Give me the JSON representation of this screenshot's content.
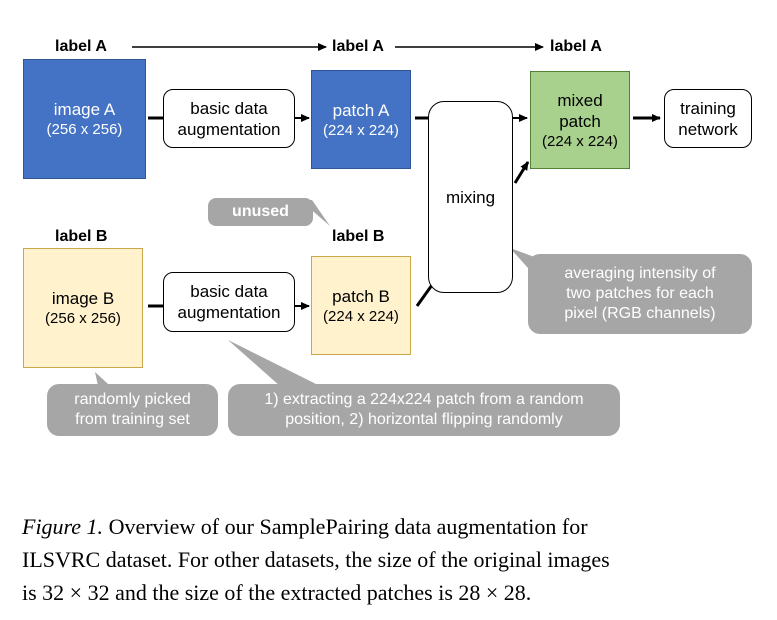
{
  "labels": {
    "label_a_1": "label A",
    "label_a_2": "label A",
    "label_a_3": "label A",
    "label_b_1": "label B",
    "label_b_2": "label B"
  },
  "boxes": {
    "image_a": {
      "title": "image A",
      "size": "(256 x 256)"
    },
    "image_b": {
      "title": "image B",
      "size": "(256 x 256)"
    },
    "aug_a": {
      "line1": "basic data",
      "line2": "augmentation"
    },
    "aug_b": {
      "line1": "basic data",
      "line2": "augmentation"
    },
    "patch_a": {
      "title": "patch A",
      "size": "(224 x 224)"
    },
    "patch_b": {
      "title": "patch B",
      "size": "(224 x 224)"
    },
    "mixing": "mixing",
    "mixed": {
      "line1": "mixed",
      "line2": "patch",
      "size": "(224 x 224)"
    },
    "training": {
      "line1": "training",
      "line2": "network"
    }
  },
  "callouts": {
    "unused": "unused",
    "averaging": {
      "line1": "averaging intensity of",
      "line2": "two patches for each",
      "line3": "pixel (RGB channels)"
    },
    "random_pick": {
      "line1": "randomly picked",
      "line2": "from training set"
    },
    "extract": {
      "line1": "1) extracting a 224x224 patch from a random",
      "line2": "position, 2) horizontal flipping randomly"
    }
  },
  "caption": {
    "figure": "Figure 1.",
    "line1": " Overview of our SamplePairing data augmentation for",
    "line2": "ILSVRC dataset. For other datasets, the size of the original images",
    "line3": "is 32 × 32 and the size of the extracted patches is 28 × 28."
  },
  "colors": {
    "image_a": "#4472c4",
    "patch_a": "#4472c4",
    "image_b": "#fff2cc",
    "patch_b": "#fff2cc",
    "mixed_patch": "#a9d18e",
    "callout": "#a6a6a6"
  }
}
